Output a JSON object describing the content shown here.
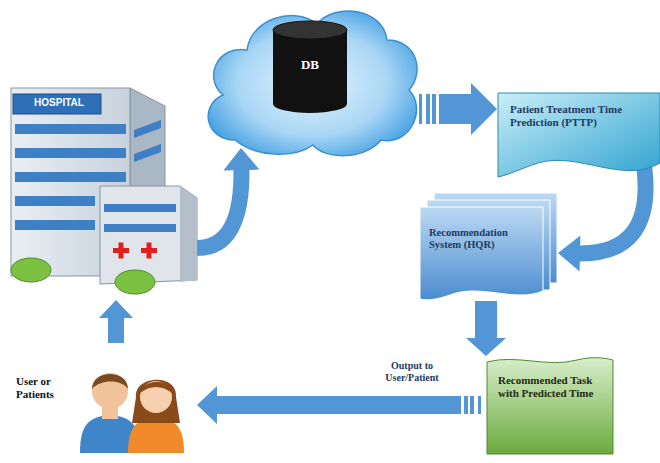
{
  "diagram": {
    "nodes": [
      {
        "text": [
          "HOSPITAL"
        ]
      },
      {
        "text": [
          "DB"
        ]
      },
      {
        "text": [
          "Patient Treatment Time Prediction (PTTP)"
        ]
      },
      {
        "text": [
          "Recommendation System (HQR)"
        ]
      },
      {
        "text": [
          "Recommended Task with Predicted Time"
        ]
      },
      {
        "text": [
          "User or Patients"
        ]
      }
    ],
    "edges": [
      {
        "from": 0,
        "to": 1,
        "arrow": "to"
      },
      {
        "from": 1,
        "to": 2,
        "arrow": "to"
      },
      {
        "from": 2,
        "to": 3,
        "arrow": "to"
      },
      {
        "from": 3,
        "to": 4,
        "arrow": "to"
      },
      {
        "from": 4,
        "to": 5,
        "label": "Output to User/Patient",
        "arrow": "to"
      },
      {
        "from": 5,
        "to": 0,
        "arrow": "to"
      }
    ]
  }
}
